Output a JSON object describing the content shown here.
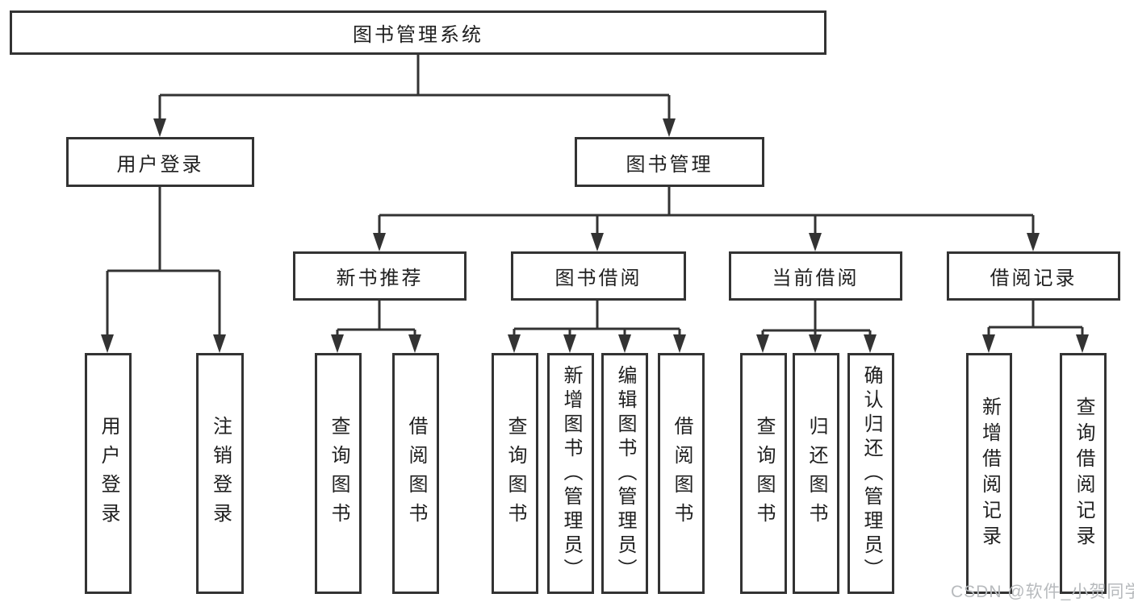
{
  "diagram": {
    "root": {
      "label": "图书管理系统"
    },
    "branches": [
      {
        "label": "用户登录"
      },
      {
        "label": "图书管理"
      }
    ],
    "modules": [
      {
        "label": "新书推荐"
      },
      {
        "label": "图书借阅"
      },
      {
        "label": "当前借阅"
      },
      {
        "label": "借阅记录"
      }
    ],
    "leaves": [
      {
        "label": "用户登录"
      },
      {
        "label": "注销登录"
      },
      {
        "label": "查询图书"
      },
      {
        "label": "借阅图书"
      },
      {
        "label": "查询图书"
      },
      {
        "label": "新增图书（管理员）"
      },
      {
        "label": "编辑图书（管理员）"
      },
      {
        "label": "借阅图书"
      },
      {
        "label": "查询图书"
      },
      {
        "label": "归还图书"
      },
      {
        "label": "确认归还（管理员）"
      },
      {
        "label": "新增借阅记录"
      },
      {
        "label": "查询借阅记录"
      }
    ]
  },
  "watermark": "CSDN @软件_小贺同学",
  "colors": {
    "line": "#333333",
    "box_border": "#333333",
    "text": "#1f1f1f",
    "watermark": "#b7babd",
    "background": "#ffffff"
  }
}
